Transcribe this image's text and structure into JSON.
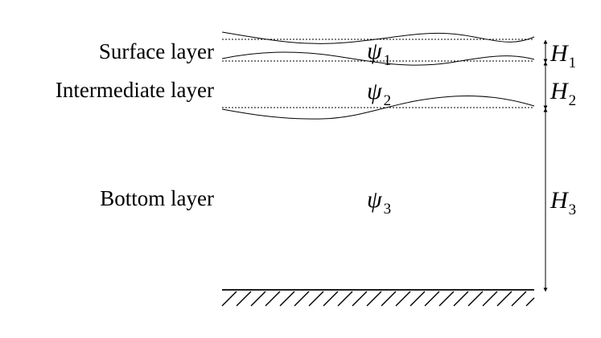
{
  "layers": [
    {
      "label": "Surface layer",
      "psi": "ψ",
      "psi_sub": "1",
      "H": "H",
      "H_sub": "1"
    },
    {
      "label": "Intermediate layer",
      "psi": "ψ",
      "psi_sub": "2",
      "H": "H",
      "H_sub": "2"
    },
    {
      "label": "Bottom layer",
      "psi": "ψ",
      "psi_sub": "3",
      "H": "H",
      "H_sub": "3"
    }
  ]
}
